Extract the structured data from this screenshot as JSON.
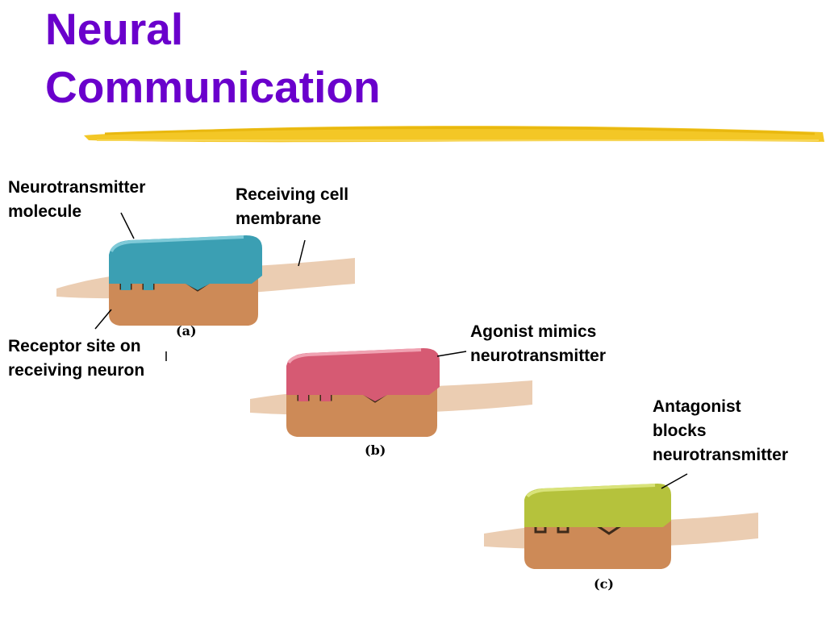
{
  "title": {
    "line1": "Neural",
    "line2": "Communication"
  },
  "colors": {
    "title": "#6a00cc",
    "highlight": "#f2c41a",
    "membrane": "#e8c4a4",
    "receptor": "#cd8a57",
    "neurotransmitter": "#3b9fb3",
    "agonist": "#d65a73",
    "antagonist": "#b5c23c"
  },
  "labels": {
    "neurotransmitter": [
      "Neurotransmitter",
      "molecule"
    ],
    "membrane": [
      "Receiving cell",
      "membrane"
    ],
    "receptor": [
      "Receptor site on",
      "receiving neuron"
    ],
    "agonist": [
      "Agonist mimics",
      "neurotransmitter"
    ],
    "antagonist": [
      "Antagonist",
      "blocks",
      "neurotransmitter"
    ]
  },
  "figures": {
    "a": {
      "caption": "(a)"
    },
    "b": {
      "caption": "(b)"
    },
    "c": {
      "caption": "(c)"
    }
  }
}
